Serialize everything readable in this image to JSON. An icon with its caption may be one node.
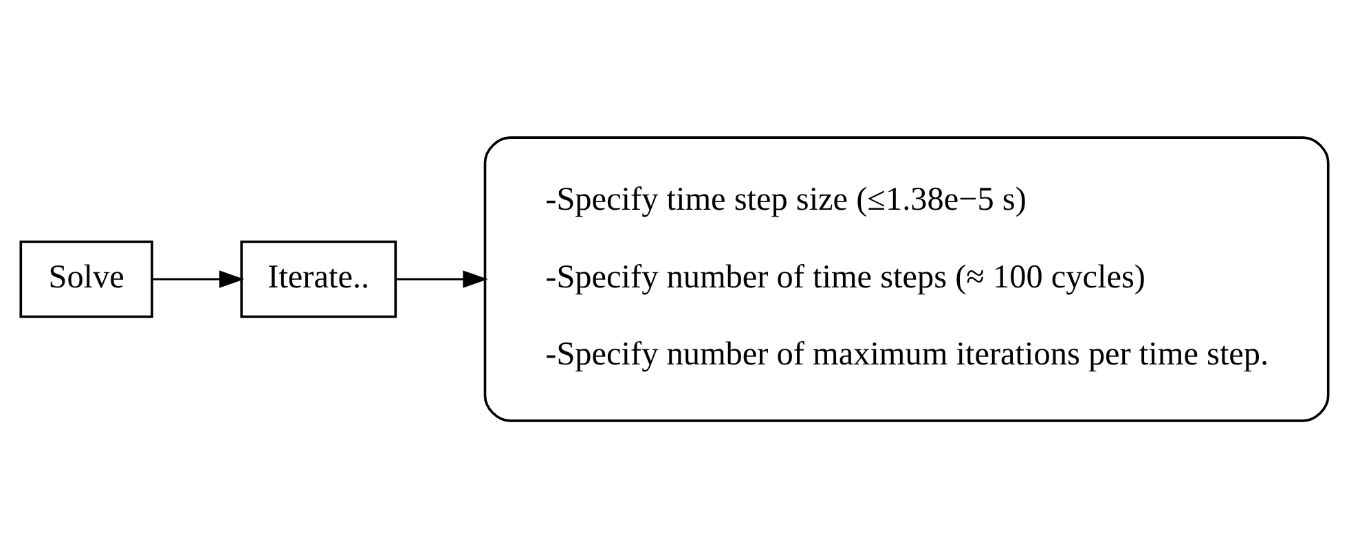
{
  "diagram": {
    "nodes": [
      {
        "text": [
          "Solve"
        ]
      },
      {
        "text": [
          "Iterate.."
        ]
      },
      {
        "text": [
          "-Specify time step size (≤1.38e−5 s)",
          "-Specify number of time steps (≈ 100 cycles)",
          "-Specify number of maximum iterations per time step."
        ]
      }
    ],
    "edges": [
      {
        "from": 0,
        "to": 1,
        "arrow": "to"
      },
      {
        "from": 1,
        "to": 2,
        "arrow": "to"
      }
    ]
  }
}
